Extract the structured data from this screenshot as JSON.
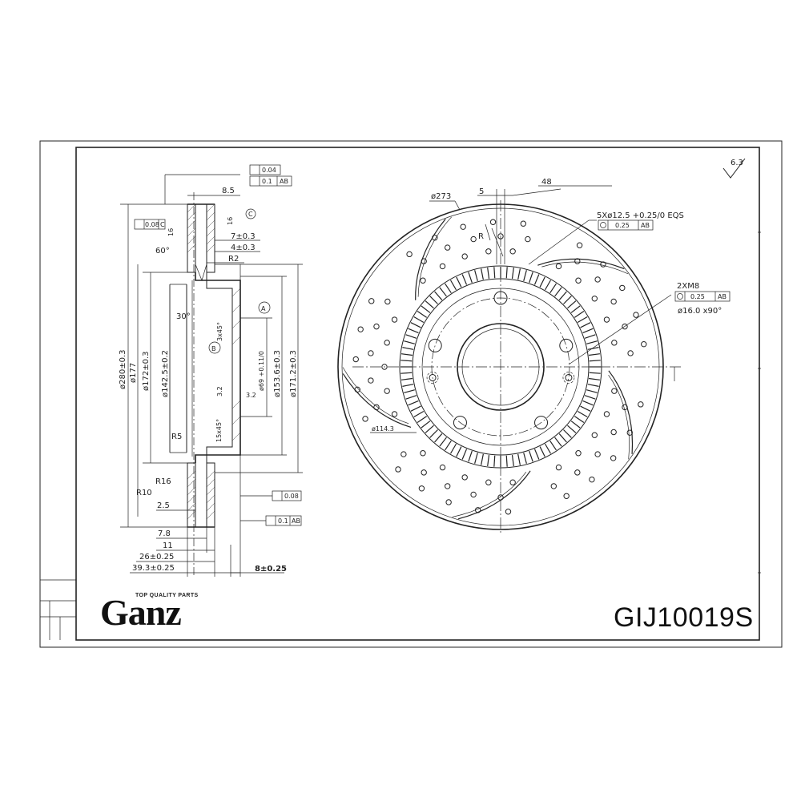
{
  "brand": {
    "tagline": "TOP QUALITY PARTS",
    "name": "Ganz"
  },
  "part_number": "GIJ10019S",
  "roughness": "6.3",
  "section_view": {
    "dims": {
      "flatness": "0.04",
      "runout_top": "0.1",
      "datum_ab": "AB",
      "w85": "8.5",
      "parallel": "0.08",
      "datum_c": "C",
      "c16a": "16",
      "c16b": "16",
      "circle_c": "C",
      "w7": "7±0.3",
      "w4": "4±0.3",
      "angle60": "60°",
      "r2": "R2",
      "angle30": "30°",
      "circle_a": "A",
      "circle_b": "B",
      "chamfer3": "3x45°",
      "d280": "ø280±0.3",
      "d177": "ø177",
      "d172": "ø172±0.3",
      "d1425": "ø142.5±0.2",
      "d69": "ø69 +0.11/0",
      "d1536": "ø153.6±0.3",
      "d1712": "ø171.2±0.3",
      "t32a": "3.2",
      "t32b": "3.2",
      "r5": "R5",
      "chamfer15": "15x45°",
      "r16": "R16",
      "r10": "R10",
      "w25": "2.5",
      "flatness_bottom": "0.08",
      "runout_bottom": "0.1",
      "datum_ab2": "AB",
      "w78": "7.8",
      "w11": "11",
      "w26": "26±0.25",
      "w393": "39.3±0.25",
      "w8": "8±0.25"
    }
  },
  "front_view": {
    "dims": {
      "d273": "ø273",
      "w5": "5",
      "w48": "48",
      "holes5": "5Xø12.5 +0.25/0 EQS",
      "pos025": "0.25",
      "datum_ab": "AB",
      "r": "R",
      "threads": "2XM8",
      "pos025b": "0.25",
      "datum_ab2": "AB",
      "countersink": "ø16.0 x90°",
      "pcd": "ø114.3"
    }
  }
}
